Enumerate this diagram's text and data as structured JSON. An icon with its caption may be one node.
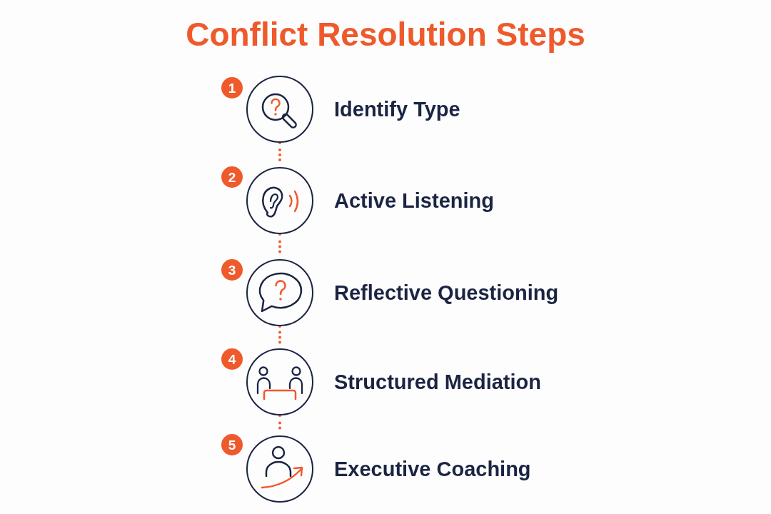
{
  "diagram": {
    "title": "Conflict Resolution Steps",
    "nodes": [
      {
        "text": [
          "1"
        ]
      },
      {
        "text": [],
        "shape": "circle",
        "beside": [
          "Identify Type"
        ]
      },
      {
        "text": [
          "2"
        ]
      },
      {
        "text": [],
        "shape": "circle",
        "beside": [
          "Active Listening"
        ]
      },
      {
        "text": [
          "3"
        ]
      },
      {
        "text": [],
        "shape": "circle",
        "beside": [
          "Reflective Questioning"
        ]
      },
      {
        "text": [
          "4"
        ]
      },
      {
        "text": [],
        "shape": "circle",
        "beside": [
          "Structured Mediation"
        ]
      },
      {
        "text": [
          "5"
        ]
      },
      {
        "text": [],
        "shape": "circle",
        "beside": [
          "Executive Coaching"
        ]
      }
    ],
    "edges": [
      {
        "from": 1,
        "to": 3,
        "arrow": "none",
        "style": "dashed"
      },
      {
        "from": 3,
        "to": 5,
        "arrow": "none",
        "style": "dashed"
      },
      {
        "from": 5,
        "to": 7,
        "arrow": "none",
        "style": "dashed"
      },
      {
        "from": 7,
        "to": 9,
        "arrow": "none",
        "style": "dashed"
      }
    ]
  }
}
